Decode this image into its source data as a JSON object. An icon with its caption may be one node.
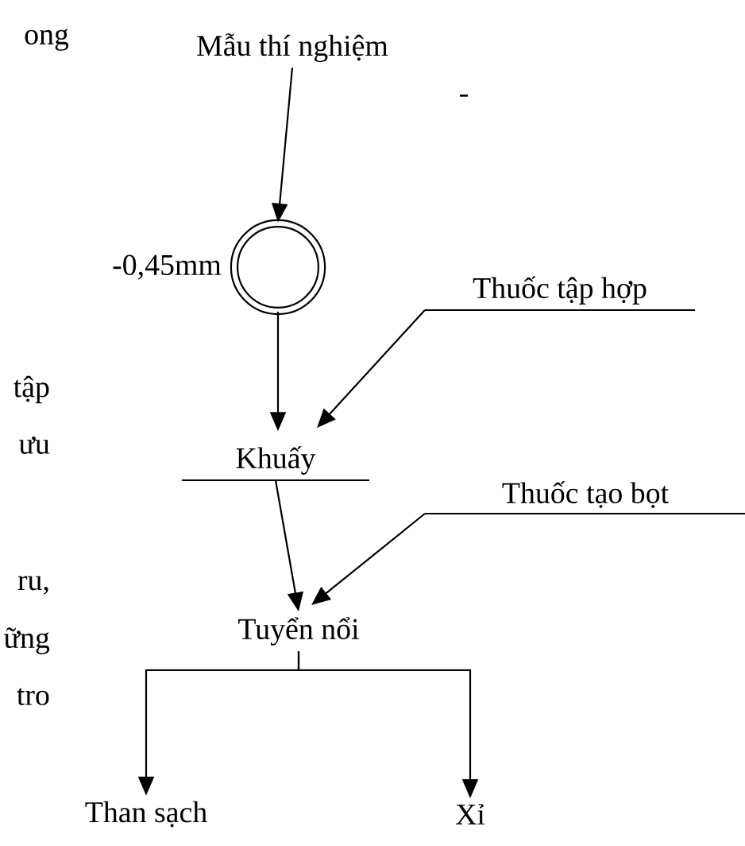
{
  "diagram": {
    "nodes": [
      {
        "text": [
          "Mẫu thí nghiệm"
        ]
      },
      {
        "text": [],
        "shape": "circle",
        "beside": [
          "-0,45mm"
        ]
      },
      {
        "text": [
          "Khuấy"
        ]
      },
      {
        "text": [
          "Thuốc tập hợp"
        ]
      },
      {
        "text": [
          "Thuốc tạo bọt"
        ]
      },
      {
        "text": [
          "Tuyển nổi"
        ]
      },
      {
        "text": [
          "Than sạch"
        ]
      },
      {
        "text": [
          "Xỉ"
        ]
      }
    ],
    "edges": [
      {
        "from": 0,
        "to": 1,
        "arrow": "to"
      },
      {
        "from": 1,
        "to": 2,
        "arrow": "to"
      },
      {
        "from": 3,
        "to": 2,
        "arrow": "to"
      },
      {
        "from": 2,
        "to": 5,
        "arrow": "to"
      },
      {
        "from": 4,
        "to": 5,
        "arrow": "to"
      },
      {
        "from": 5,
        "to": 6,
        "arrow": "to"
      },
      {
        "from": 5,
        "to": 7,
        "arrow": "to"
      }
    ],
    "labels": [
      "ong",
      "-",
      "tập",
      "ưu",
      "ru,",
      "ững",
      "tro"
    ]
  }
}
